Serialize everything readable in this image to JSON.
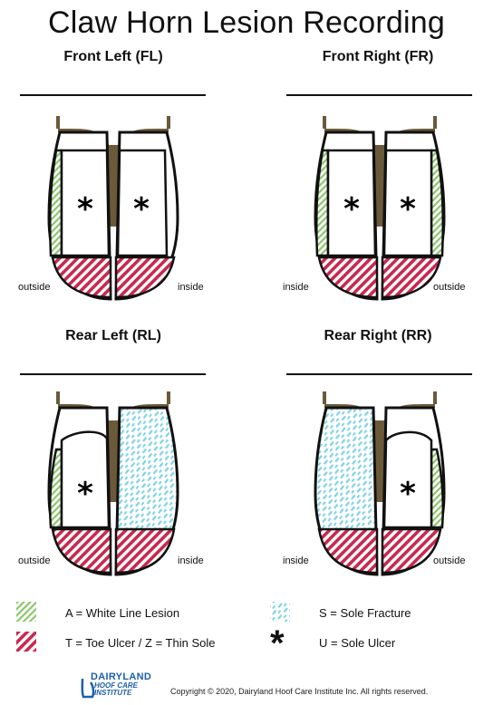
{
  "title": "Claw Horn Lesion Recording",
  "quadrants": {
    "fl": {
      "label": "Front Left (FL)",
      "left_side": "outside",
      "right_side": "inside"
    },
    "fr": {
      "label": "Front Right (FR)",
      "left_side": "inside",
      "right_side": "outside"
    },
    "rl": {
      "label": "Rear Left (RL)",
      "left_side": "outside",
      "right_side": "inside"
    },
    "rr": {
      "label": "Rear Right (RR)",
      "left_side": "inside",
      "right_side": "outside"
    }
  },
  "legend": {
    "white_line": "A = White Line Lesion",
    "toe_ulcer": "T = Toe Ulcer / Z = Thin Sole",
    "sole_fracture": "S = Sole Fracture",
    "sole_ulcer": "U = Sole Ulcer",
    "star_symbol": "*"
  },
  "footer": {
    "logo_line1": "DAIRYLAND",
    "logo_line2": "HOOF CARE",
    "logo_line3": "INSTITUTE",
    "copyright": "Copyright © 2020, Dairyland Hoof Care Institute Inc. All rights reserved."
  },
  "colors": {
    "white_line_green": "#8cc66b",
    "toe_red": "#c8284f",
    "sole_blue": "#7fd3e6",
    "hoof_outline": "#111111",
    "leg_brown": "#6b5a3a"
  }
}
